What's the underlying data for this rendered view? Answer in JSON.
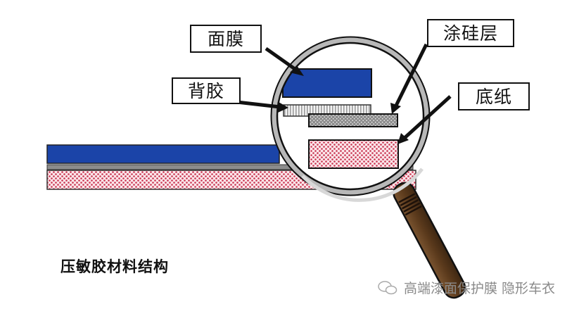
{
  "diagram": {
    "title": "压敏胶材料结构",
    "labels": {
      "face_film": "面膜",
      "adhesive": "背胶",
      "silicone_layer": "涂硅层",
      "liner": "底纸"
    },
    "layers": [
      {
        "name": "面膜",
        "pattern": "solid",
        "color": "#1b44a8"
      },
      {
        "name": "背胶",
        "pattern": "vertical-stripes",
        "color": "#c8c8c8"
      },
      {
        "name": "涂硅层",
        "pattern": "dots",
        "color": "#9a9a9a"
      },
      {
        "name": "底纸",
        "pattern": "red-dots",
        "color": "#d0354f"
      }
    ],
    "colors": {
      "blue": "#1b44a8",
      "pink_dot": "#c8324e",
      "lens_ring": "#b5b5b5",
      "handle": "#5a3a1e"
    }
  },
  "watermark": {
    "icon": "wechat-icon",
    "text": "高端漆面保护膜 隐形车衣"
  }
}
